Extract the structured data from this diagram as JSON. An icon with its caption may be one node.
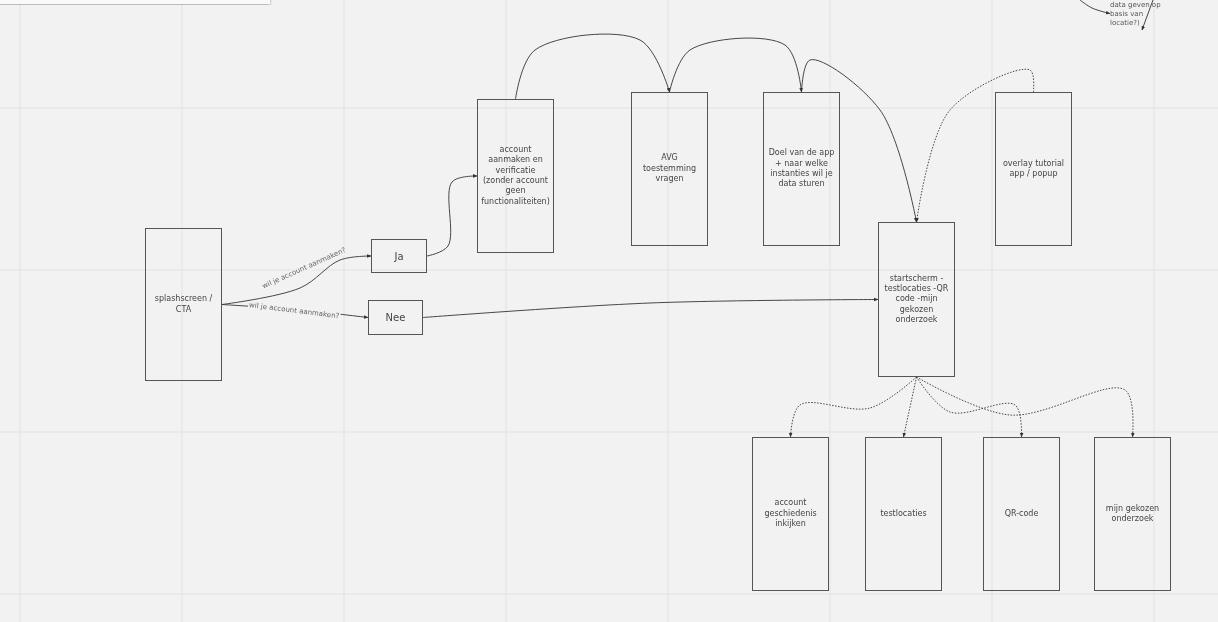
{
  "diagram": {
    "nodes": [
      {
        "text": [
          "splashscreen / CTA"
        ]
      },
      {
        "text": [
          "Ja"
        ]
      },
      {
        "text": [
          "Nee"
        ]
      },
      {
        "text": [
          "account aanmaken en verificatie (zonder account geen functionaliteiten)"
        ]
      },
      {
        "text": [
          "AVG toestemming vragen"
        ]
      },
      {
        "text": [
          "Doel van de app + naar welke instanties wil je data sturen"
        ]
      },
      {
        "text": [
          "overlay tutorial app / popup"
        ]
      },
      {
        "text": [
          "startscherm -testlocaties -QR code -mijn gekozen onderzoek"
        ]
      },
      {
        "text": [
          "account geschiedenis inkijken"
        ]
      },
      {
        "text": [
          "testlocaties"
        ]
      },
      {
        "text": [
          "QR-code"
        ]
      },
      {
        "text": [
          "mijn gekozen onderzoek"
        ]
      },
      {
        "text": [
          "data geven op basis van locatie?)"
        ]
      }
    ],
    "edges": [
      {
        "from": 0,
        "to": 1,
        "arrow": "to",
        "label": "wil je account aanmaken?"
      },
      {
        "from": 0,
        "to": 2,
        "arrow": "to",
        "label": "wil je account aanmaken?"
      },
      {
        "from": 1,
        "to": 3,
        "arrow": "to"
      },
      {
        "from": 3,
        "to": 4,
        "arrow": "to"
      },
      {
        "from": 4,
        "to": 5,
        "arrow": "to"
      },
      {
        "from": 5,
        "to": 7,
        "arrow": "to"
      },
      {
        "from": 6,
        "to": 7,
        "arrow": "to",
        "style": "dashed"
      },
      {
        "from": 2,
        "to": 7,
        "arrow": "to"
      },
      {
        "from": 7,
        "to": 8,
        "arrow": "to",
        "style": "dashed"
      },
      {
        "from": 7,
        "to": 9,
        "arrow": "to",
        "style": "dashed"
      },
      {
        "from": 7,
        "to": 10,
        "arrow": "to",
        "style": "dashed"
      },
      {
        "from": 7,
        "to": 11,
        "arrow": "to",
        "style": "dashed"
      },
      {
        "from": null,
        "to": 12,
        "arrow": "to"
      }
    ]
  }
}
